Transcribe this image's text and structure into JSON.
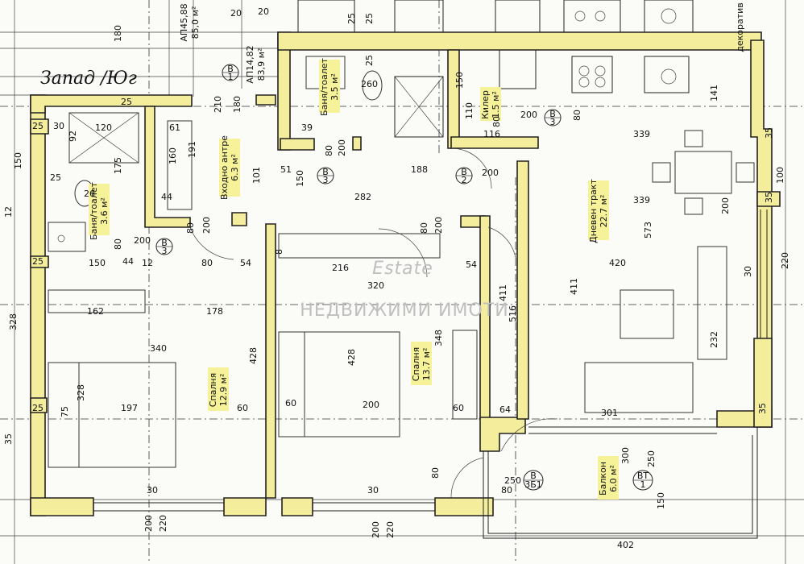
{
  "orientation": "Запад /Юг",
  "apartment_refs": [
    "АП45,88",
    "85,0 м²",
    "АП14,82",
    "83,9 м²"
  ],
  "rooms": {
    "bath1": {
      "name": "Баня/тоалет",
      "area": "3.6 м²"
    },
    "entrance": {
      "name": "Входно антре",
      "area": "6.3 м²"
    },
    "bath2": {
      "name": "Баня/тоалет",
      "area": "3.5 м²"
    },
    "storage": {
      "name": "Килер",
      "area": "1.5 м²"
    },
    "living": {
      "name": "Дневен тракт",
      "area": "22.7 м²"
    },
    "bedroom1": {
      "name": "Спалня",
      "area": "12.9 м²"
    },
    "bedroom2": {
      "name": "Спалня",
      "area": "13.7 м²"
    },
    "balcony": {
      "name": "Балкон",
      "area": "6.0 м²"
    }
  },
  "watermark": {
    "line1": "Estate",
    "line2": "НЕДВИЖИМИ ИМОТИ"
  },
  "top_label": "декоратив",
  "door_tags": [
    {
      "code": "В",
      "num": "1"
    },
    {
      "code": "В",
      "num": "3"
    },
    {
      "code": "В",
      "num": "2"
    },
    {
      "code": "В",
      "num": "3"
    },
    {
      "code": "В",
      "num": "3"
    },
    {
      "code": "ВТ",
      "num": "1"
    },
    {
      "code": "В",
      "num": "3Б1"
    }
  ],
  "dimensions": {
    "d180": "180",
    "d20": "20",
    "d25": "25",
    "d150": "150",
    "d120": "120",
    "d92": "92",
    "d175": "175",
    "d26": "26",
    "d44": "44",
    "d61": "61",
    "d191": "191",
    "d160": "160",
    "d210": "210",
    "d101": "101",
    "d51": "51",
    "d188": "188",
    "d282": "282",
    "d200": "200",
    "d80": "80",
    "d39": "39",
    "d116": "116",
    "d110": "110",
    "d339": "339",
    "d141": "141",
    "d100": "100",
    "d35": "35",
    "d12": "12",
    "d54": "54",
    "d216": "216",
    "d320": "320",
    "d178": "178",
    "d162": "162",
    "d340": "340",
    "d328": "328",
    "d428": "428",
    "d348": "348",
    "d411": "411",
    "d516": "516",
    "d420": "420",
    "d573": "573",
    "d220": "220",
    "d30": "30",
    "d232": "232",
    "d301": "301",
    "d197": "197",
    "d75": "75",
    "d60": "60",
    "d64": "64",
    "d250": "250",
    "d300": "300",
    "d402": "402",
    "d260": "260",
    "d8": "8"
  }
}
